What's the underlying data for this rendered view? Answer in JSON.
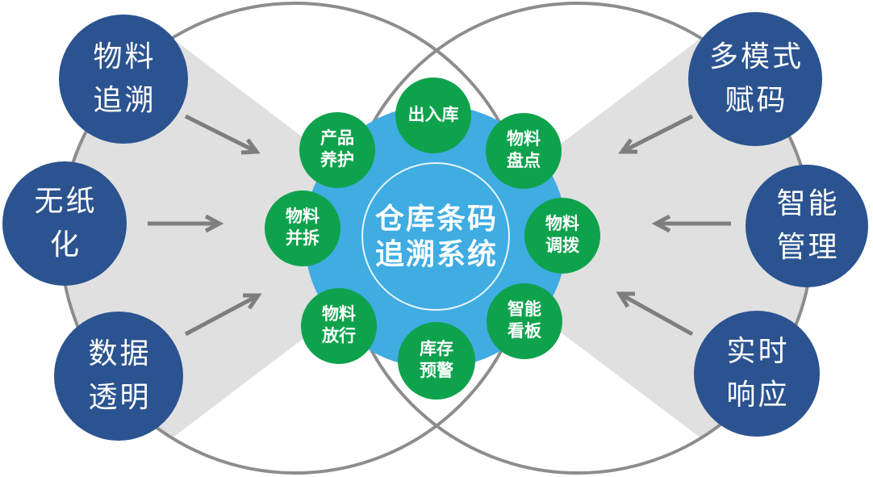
{
  "title": "仓库条码追溯系统",
  "center": {
    "label": "仓库条码\n追溯系统"
  },
  "modules": [
    {
      "name": "inbound-outbound",
      "label": "出入库"
    },
    {
      "name": "product-maintenance",
      "label": "产品\n养护"
    },
    {
      "name": "material-stocktaking",
      "label": "物料\n盘点"
    },
    {
      "name": "material-merge-split",
      "label": "物料\n并拆"
    },
    {
      "name": "material-transfer",
      "label": "物料\n调拨"
    },
    {
      "name": "material-release",
      "label": "物料\n放行"
    },
    {
      "name": "smart-dashboard",
      "label": "智能\n看板"
    },
    {
      "name": "inventory-alert",
      "label": "库存\n预警"
    }
  ],
  "left_features": [
    {
      "name": "material-traceability",
      "label": "物料\n追溯"
    },
    {
      "name": "paperless",
      "label": "无纸\n化"
    },
    {
      "name": "data-transparency",
      "label": "数据\n透明"
    }
  ],
  "right_features": [
    {
      "name": "multi-mode-coding",
      "label": "多模式\n赋码"
    },
    {
      "name": "intelligent-management",
      "label": "智能\n管理"
    },
    {
      "name": "real-time-response",
      "label": "实时\n响应"
    }
  ],
  "colors": {
    "bg": "#ffffff",
    "navy": "#2b5390",
    "green": "#0fa24d",
    "azure": "#3face2",
    "wedge": "#e0e0e0",
    "arc": "#8d8d8d",
    "arrow": "#7e7e7e",
    "label-text": "#ffffff"
  }
}
